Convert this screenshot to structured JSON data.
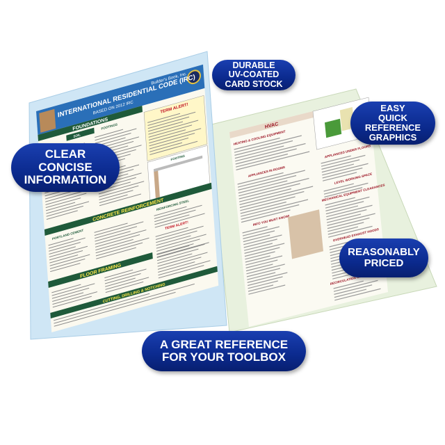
{
  "callouts": {
    "durable": "DURABLE\nUV-COATED\nCARD STOCK",
    "graphics": "EASY\nQUICK\nREFERENCE\nGRAPHICS",
    "clear": "CLEAR\nCONCISE\nINFORMATION",
    "priced": "REASONABLY\nPRICED",
    "toolbox": "A GREAT REFERENCE\nFOR YOUR TOOLBOX"
  },
  "front_card": {
    "title": "INTERNATIONAL RESIDENTIAL CODE (IRC)",
    "subtitle": "BASED ON 2012 IRC",
    "publisher": "Builder's Book, Inc.",
    "sections": [
      "FOUNDATIONS",
      "TERM ALERT!",
      "SOIL",
      "FOOTINGS",
      "FOOTING",
      "CONCRETE REINFORCEMENT",
      "PORTLAND CEMENT",
      "REINFORCING STEEL",
      "TERM ALERT!",
      "FLOOR FRAMING",
      "CUTTING, DRILLING & NOTCHING"
    ]
  },
  "back_card": {
    "sections": [
      "HVAC",
      "HEATING & COOLING EQUIPMENT",
      "APPLIANCES IN ROOMS",
      "INFO YOU MUST KNOW!",
      "APPLIANCES UNDER FLOORS",
      "LEVEL WORKING SPACE",
      "MECHANICAL EQUIPMENT CLEARANCES",
      "OVERHEAD EXHAUST HOODS",
      "RECIRCULATION OF AIR"
    ]
  },
  "colors": {
    "pill": "#0b2a8e",
    "card_header": "#2a6fb8",
    "section_green": "#1f5a3a",
    "section_red": "#b0122a",
    "back_card": "#e6f0dc"
  }
}
